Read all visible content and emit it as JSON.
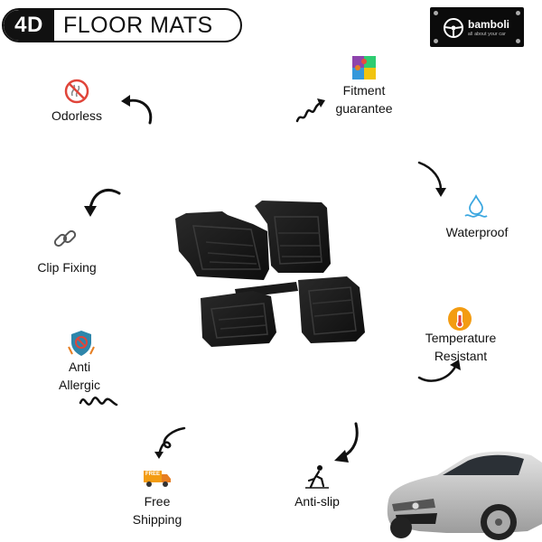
{
  "header": {
    "badge": "4D",
    "title": "FLOOR MATS"
  },
  "brand": {
    "name": "bamboli",
    "tagline": "all about your car"
  },
  "features": {
    "odorless": "Odorless",
    "fitment_line1": "Fitment",
    "fitment_line2": "guarantee",
    "waterproof": "Waterproof",
    "clip_fixing": "Clip Fixing",
    "temperature_line1": "Temperature",
    "temperature_line2": "Resistant",
    "anti_allergic_line1": "Anti",
    "anti_allergic_line2": "Allergic",
    "free_shipping_line1": "Free",
    "free_shipping_line2": "Shipping",
    "free_badge": "FREE",
    "anti_slip": "Anti-slip"
  },
  "colors": {
    "mat": "#1b1b1b",
    "accent_red": "#e0453a",
    "accent_orange": "#f39c12",
    "accent_blue": "#3ba7e0"
  }
}
